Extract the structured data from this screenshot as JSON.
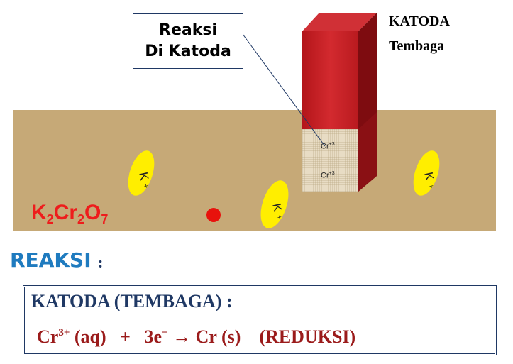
{
  "callout": {
    "line1": "Reaksi",
    "line2": "Di Katoda"
  },
  "electrode": {
    "line1": "KATODA",
    "line2": "Tembaga"
  },
  "ions": {
    "cr_base": "Cr",
    "cr_charge": "+3",
    "k_label": "K",
    "k_charge": "+"
  },
  "formula": {
    "K": "K",
    "k_sub": "2",
    "Cr": "Cr",
    "cr_sub": "2",
    "O": "O",
    "o_sub": "7"
  },
  "heading": {
    "label": "REAKSI",
    "colon": ":"
  },
  "reaction": {
    "title": "KATODA (TEMBAGA) :",
    "reactant": "Cr",
    "reactant_charge": "3+",
    "reactant_state": " (aq)",
    "plus": "+",
    "electrons": "3e",
    "electron_charge": "−",
    "arrow": "→",
    "product": " Cr (s)",
    "type": "(REDUKSI)"
  },
  "colors": {
    "solution": "#c6a977",
    "cathode": "#c4161c",
    "k_ion": "#ffee00",
    "heading": "#1f7bbf",
    "reaction_text": "#9b1b1b",
    "formula": "#ee1c1c"
  }
}
